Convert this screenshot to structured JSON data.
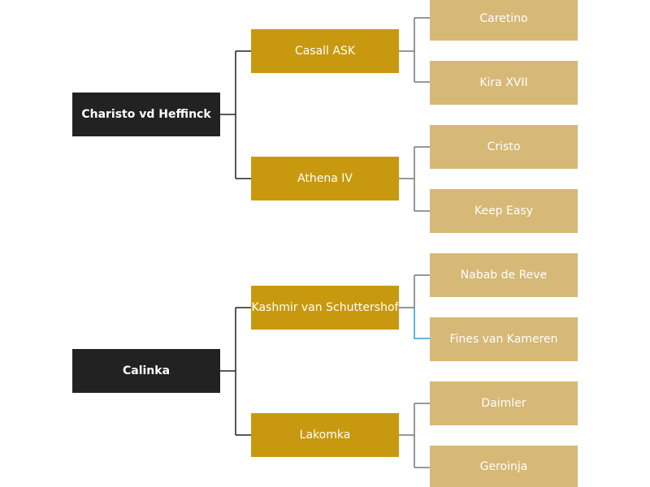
{
  "pedigree": {
    "root_sire": "Charisto vd Heffinck",
    "root_dam": "Calinka",
    "sire_sire": "Casall ASK",
    "sire_dam": "Athena IV",
    "dam_sire": "Kashmir van Schuttershof",
    "dam_dam": "Lakomka",
    "g3": [
      "Caretino",
      "Kira XVII",
      "Cristo",
      "Keep Easy",
      "Nabab de Reve",
      "Fines van Kameren",
      "Daimler",
      "Geroinja"
    ]
  },
  "colors": {
    "gen1": "#222222",
    "gen2": "#c8990e",
    "gen3": "#d6b877",
    "connector": "#555555",
    "highlight_connector": "#2a9fd6"
  }
}
